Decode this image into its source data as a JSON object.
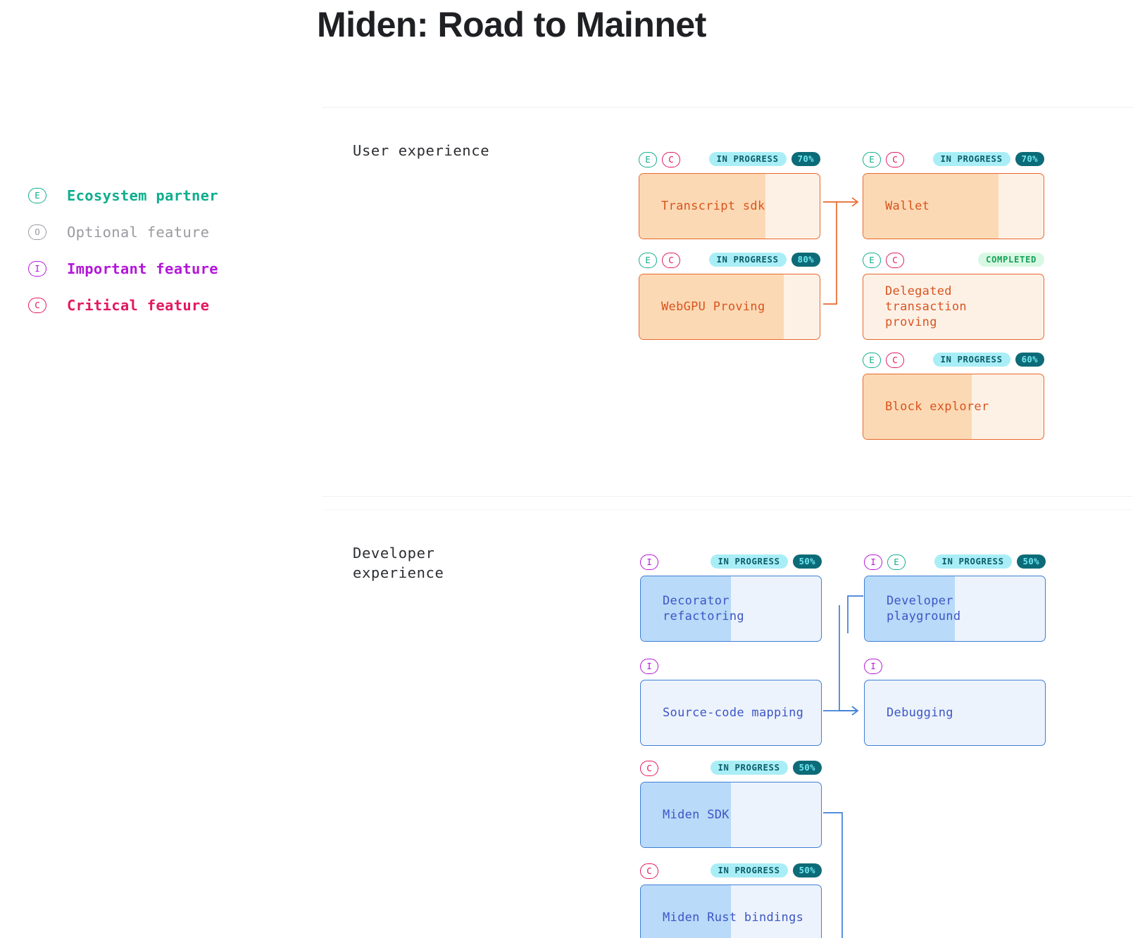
{
  "page": {
    "title": "Miden: Road to Mainnet"
  },
  "legend": {
    "items": [
      {
        "code": "E",
        "label": "Ecosystem partner",
        "color": "#0fae8e"
      },
      {
        "code": "O",
        "label": "Optional feature",
        "color": "#9a9aa0"
      },
      {
        "code": "I",
        "label": "Important feature",
        "color": "#b416d8"
      },
      {
        "code": "C",
        "label": "Critical feature",
        "color": "#e2185f"
      }
    ]
  },
  "sections": [
    {
      "title": "User experience",
      "cards": [
        {
          "name": "Transcript sdk",
          "tags": [
            "E",
            "C"
          ],
          "status": "IN PROGRESS",
          "status_kind": "inprogress",
          "percent": "70%",
          "fill": 70,
          "theme": "orange"
        },
        {
          "name": "Wallet",
          "tags": [
            "E",
            "C"
          ],
          "status": "IN PROGRESS",
          "status_kind": "inprogress",
          "percent": "70%",
          "fill": 75,
          "theme": "orange"
        },
        {
          "name": "WebGPU Proving",
          "tags": [
            "E",
            "C"
          ],
          "status": "IN PROGRESS",
          "status_kind": "inprogress",
          "percent": "80%",
          "fill": 80,
          "theme": "orange"
        },
        {
          "name": "Delegated transaction\nproving",
          "tags": [
            "E",
            "C"
          ],
          "status": "COMPLETED",
          "status_kind": "completed",
          "percent": "",
          "fill": 0,
          "theme": "orange"
        },
        {
          "name": "Block explorer",
          "tags": [
            "E",
            "C"
          ],
          "status": "IN PROGRESS",
          "status_kind": "inprogress",
          "percent": "60%",
          "fill": 60,
          "theme": "orange"
        }
      ]
    },
    {
      "title": "Developer\nexperience",
      "cards": [
        {
          "name": "Decorator refactoring",
          "tags": [
            "I"
          ],
          "status": "IN PROGRESS",
          "status_kind": "inprogress",
          "percent": "50%",
          "fill": 50,
          "theme": "blue"
        },
        {
          "name": "Developer playground",
          "tags": [
            "I",
            "E"
          ],
          "status": "IN PROGRESS",
          "status_kind": "inprogress",
          "percent": "50%",
          "fill": 50,
          "theme": "blue"
        },
        {
          "name": "Source-code mapping",
          "tags": [
            "I"
          ],
          "status": "",
          "status_kind": "",
          "percent": "",
          "fill": 0,
          "theme": "blue"
        },
        {
          "name": "Debugging",
          "tags": [
            "I"
          ],
          "status": "",
          "status_kind": "",
          "percent": "",
          "fill": 0,
          "theme": "blue"
        },
        {
          "name": "Miden SDK",
          "tags": [
            "C"
          ],
          "status": "IN PROGRESS",
          "status_kind": "inprogress",
          "percent": "50%",
          "fill": 50,
          "theme": "blue"
        },
        {
          "name": "Miden Rust bindings",
          "tags": [
            "C"
          ],
          "status": "IN PROGRESS",
          "status_kind": "inprogress",
          "percent": "50%",
          "fill": 50,
          "theme": "blue"
        }
      ]
    }
  ]
}
